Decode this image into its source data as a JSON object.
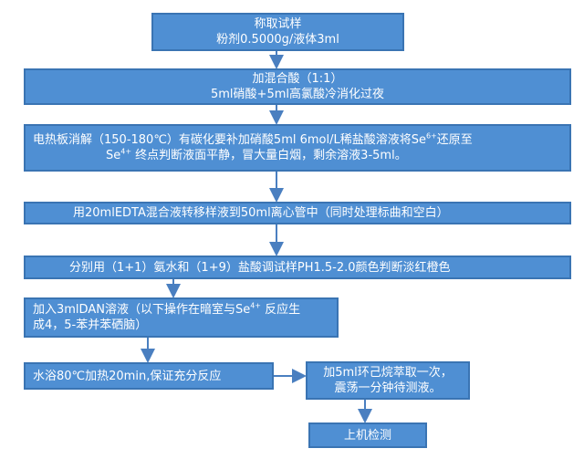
{
  "steps": {
    "s1": {
      "line1": "称取试样",
      "line2": "粉剂0.5000g/液体3ml"
    },
    "s2": {
      "line1": "加混合酸（1:1）",
      "line2": "5ml硝酸+5ml高氯酸冷消化过夜"
    },
    "s3": {
      "line1_a": "电热板消解（150-180℃）有碳化要补加硝酸5ml 6mol/L稀盐酸溶液将Se",
      "line1_sup": "6+",
      "line1_b": "还原至",
      "line2_a": "Se",
      "line2_sup": "4+",
      "line2_b": " 终点判断液面平静，冒大量白烟，剩余溶液3-5ml。"
    },
    "s4": {
      "text": "用20mlEDTA混合液转移样液到50ml离心管中（同时处理标曲和空白）"
    },
    "s5": {
      "text": "分别用（1+1）氨水和（1+9）盐酸调试样PH1.5-2.0颜色判断淡红橙色"
    },
    "s6": {
      "line1_a": "加入3mlDAN溶液（以下操作在暗室与Se",
      "line1_sup": "4+",
      "line1_b": " 反应生",
      "line2": "成4，5-苯并苯硒脑）"
    },
    "s7": {
      "text": "水浴80℃加热20min,保证充分反应"
    },
    "s8": {
      "line1": "加5ml环己烷萃取一次，",
      "line2": "震荡一分钟待测液。"
    },
    "s9": {
      "text": "上机检测"
    }
  },
  "colors": {
    "box_fill": "#4f8fd3",
    "box_border": "#3a74b3",
    "arrow": "#4a7fc0",
    "text": "#ffffff"
  }
}
